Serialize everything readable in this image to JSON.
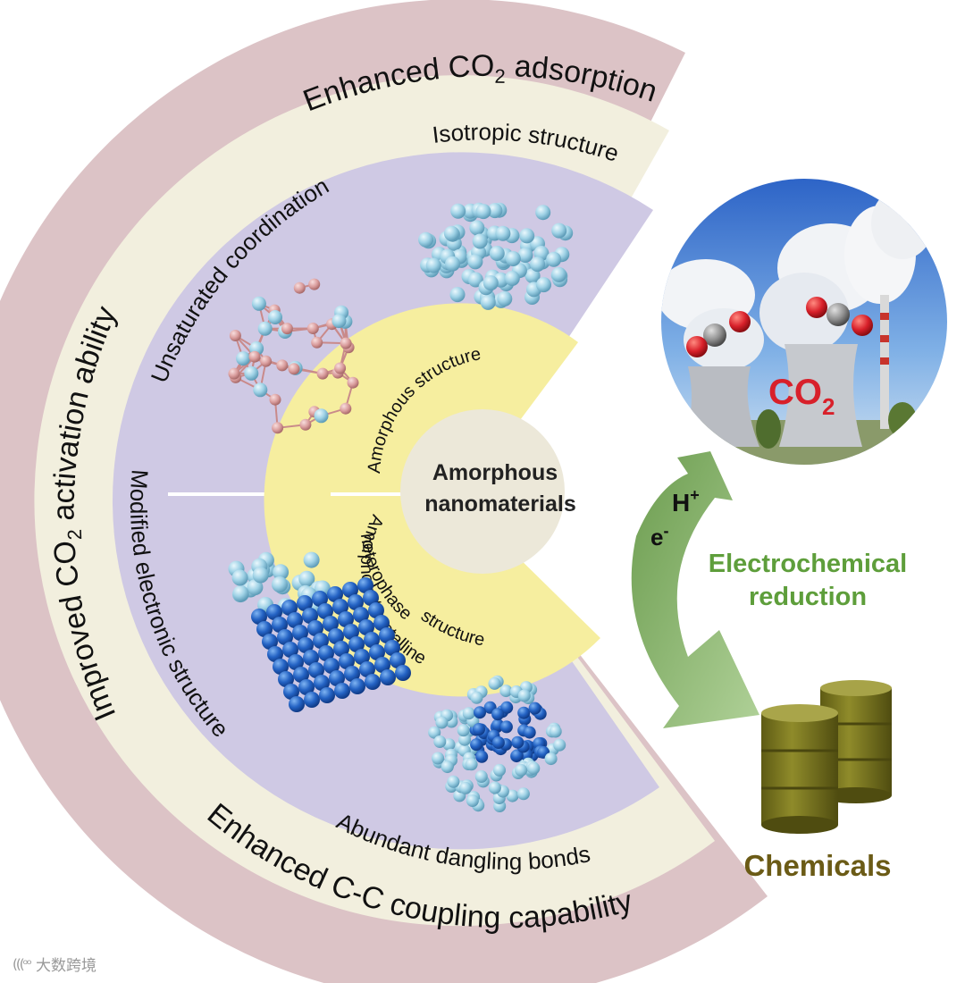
{
  "center": {
    "title_line1": "Amorphous",
    "title_line2": "nanomaterials"
  },
  "inner_ring": {
    "top": "Amorphous  structure",
    "bottom_line1": "Amorphous/crystalline",
    "bottom_line2": "heterophase",
    "bottom_line3": "structure"
  },
  "middle_ring": {
    "top_right": "Isotropic  structure",
    "top_left": "Unsaturated coordination",
    "bottom_left": "Modified electronic structure",
    "bottom_right": "Abundant dangling bonds"
  },
  "outer_ring": {
    "top": "Enhanced CO",
    "top_sub": "2",
    "top_end": " adsorption",
    "left": "Improved CO",
    "left_sub": "2",
    "left_end": " activation ability",
    "bottom": "Enhanced C-C coupling capability"
  },
  "right_panel": {
    "co2_label": "CO",
    "co2_sub": "2",
    "h_plus": "H",
    "h_plus_sup": "+",
    "e_minus": "e",
    "e_minus_sup": "-",
    "process_line1": "Electrochemical",
    "process_line2": "reduction",
    "product": "Chemicals"
  },
  "watermark": {
    "icon": "(((ᵒᵒ",
    "text": "大数跨境"
  },
  "colors": {
    "outer_ring": "#dcc3c6",
    "middle_ring": "#f2efde",
    "inner_region": "#cfc9e4",
    "inner_ring": "#f6ee9f",
    "center": "#ece8d9",
    "arrow_green": "#7fab5e",
    "process_text": "#5e9e3b",
    "product_text": "#6b5b16",
    "barrel": "#7d7a20",
    "co2_red": "#d8202a"
  }
}
